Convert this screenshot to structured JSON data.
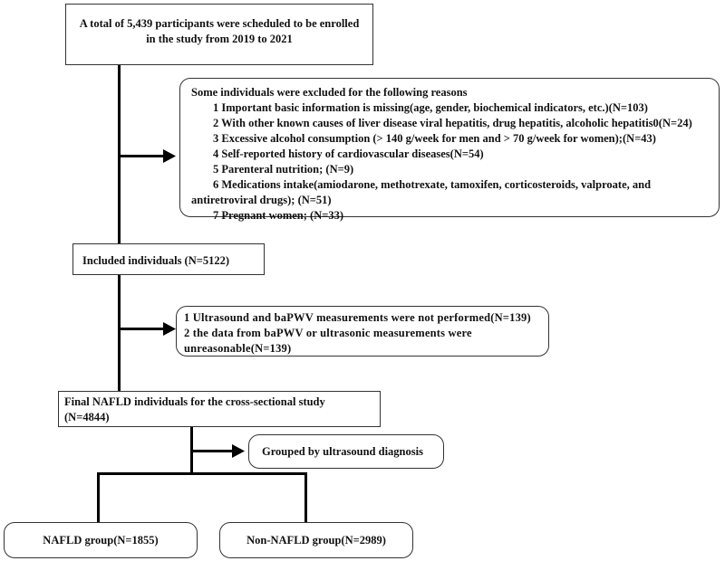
{
  "start": {
    "line1": "A total of 5,439 participants were scheduled to be enrolled",
    "line2": "in the study from 2019 to 2021"
  },
  "exclusion1": {
    "header": "Some individuals were excluded for the following reasons",
    "items": [
      "1 Important basic information is missing(age, gender, biochemical indicators, etc.)(N=103)",
      "2 With other known causes of liver disease viral hepatitis, drug hepatitis, alcoholic hepatitis0(N=24)",
      "3 Excessive alcohol consumption (> 140 g/week for men and > 70 g/week for women);(N=43)",
      "4 Self-reported history of cardiovascular diseases(N=54)",
      "5 Parenteral nutrition; (N=9)",
      "6 Medications intake(amiodarone, methotrexate, tamoxifen, corticosteroids, valproate, and",
      "antiretroviral drugs); (N=51)",
      "7 Pregnant women; (N=33)"
    ]
  },
  "included": {
    "label": "Included individuals (N=5122)"
  },
  "exclusion2": {
    "items": [
      "1 Ultrasound and baPWV measurements were not performed(N=139)",
      "2 the data from baPWV or ultrasonic measurements were",
      "unreasonable(N=139)"
    ]
  },
  "final": {
    "line1": "Final NAFLD individuals for the cross-sectional study",
    "line2": "(N=4844)"
  },
  "grouped": {
    "label": "Grouped by ultrasound diagnosis"
  },
  "groups": {
    "nafld": "NAFLD group(N=1855)",
    "non_nafld": "Non-NAFLD group(N=2989)"
  }
}
